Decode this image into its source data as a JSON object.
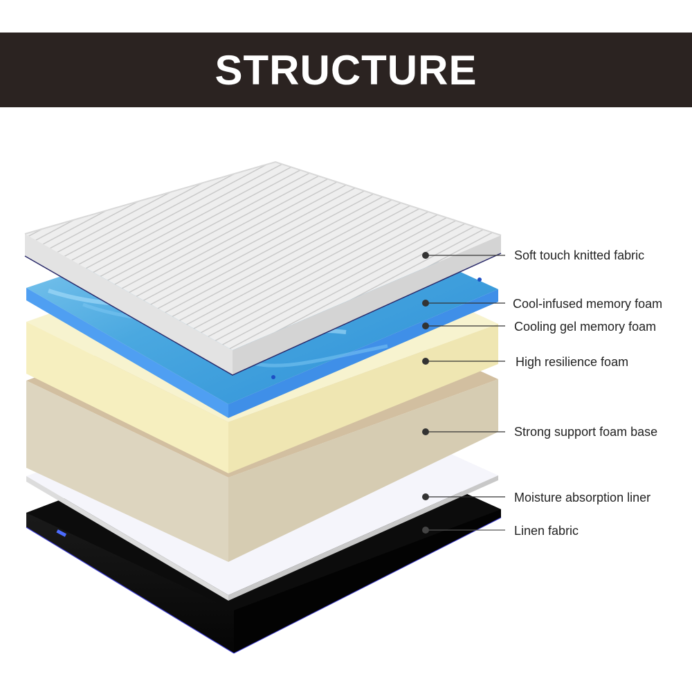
{
  "header": {
    "title": "STRUCTURE"
  },
  "colors": {
    "banner": "#2b2321",
    "knitted_fabric": "#ececec",
    "cool_memory_foam": "#5fb4e6",
    "cooling_gel_foam": "#4a9ff0",
    "high_resilience_foam": "#f6f1c4",
    "support_foam_base": "#d8cdb2",
    "moisture_liner": "#f4f4fb",
    "linen_fabric": "#0a0a0a"
  },
  "layers": [
    {
      "label": "Soft touch knitted fabric"
    },
    {
      "label": "Cool-infused memory foam"
    },
    {
      "label": "Cooling gel memory foam"
    },
    {
      "label": "High resilience foam"
    },
    {
      "label": "Strong support foam base"
    },
    {
      "label": "Moisture absorption liner"
    },
    {
      "label": "Linen fabric"
    }
  ]
}
